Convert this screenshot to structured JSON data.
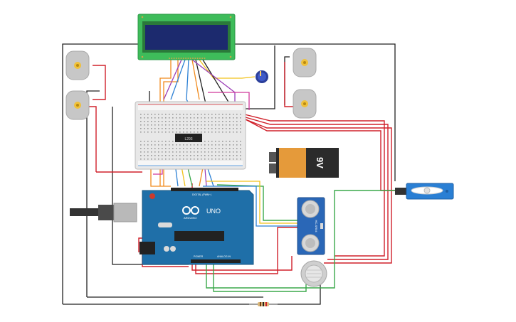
{
  "components": {
    "lcd": {
      "name": "16x2 LCD display"
    },
    "battery": {
      "label": "9V"
    },
    "arduino": {
      "logo_text": "UNO",
      "brand_text": "ARDUINO",
      "digital_label": "DIGITAL (PWM~)",
      "analog_label": "ANALOG IN",
      "power_label": "POWER"
    },
    "ultrasonic": {
      "model": "HC-SR04"
    },
    "ic": {
      "label": "L293"
    }
  },
  "colors": {
    "wire_red": "#d0202a",
    "wire_black": "#222222",
    "wire_green": "#3aa84a",
    "wire_orange": "#f08a1c",
    "wire_yellow": "#f2c21b",
    "wire_blue": "#2a7fd4",
    "wire_purple": "#9b3fb8",
    "wire_magenta": "#d1389b",
    "board_blue": "#1f6fa8",
    "lcd_green": "#3ebc5a",
    "lcd_screen": "#1c2a6e",
    "breadboard": "#e8e8e8",
    "battery_orange": "#e59a3a",
    "servo_blue": "#2a7fd4",
    "motor_grey": "#c7c7c7"
  }
}
